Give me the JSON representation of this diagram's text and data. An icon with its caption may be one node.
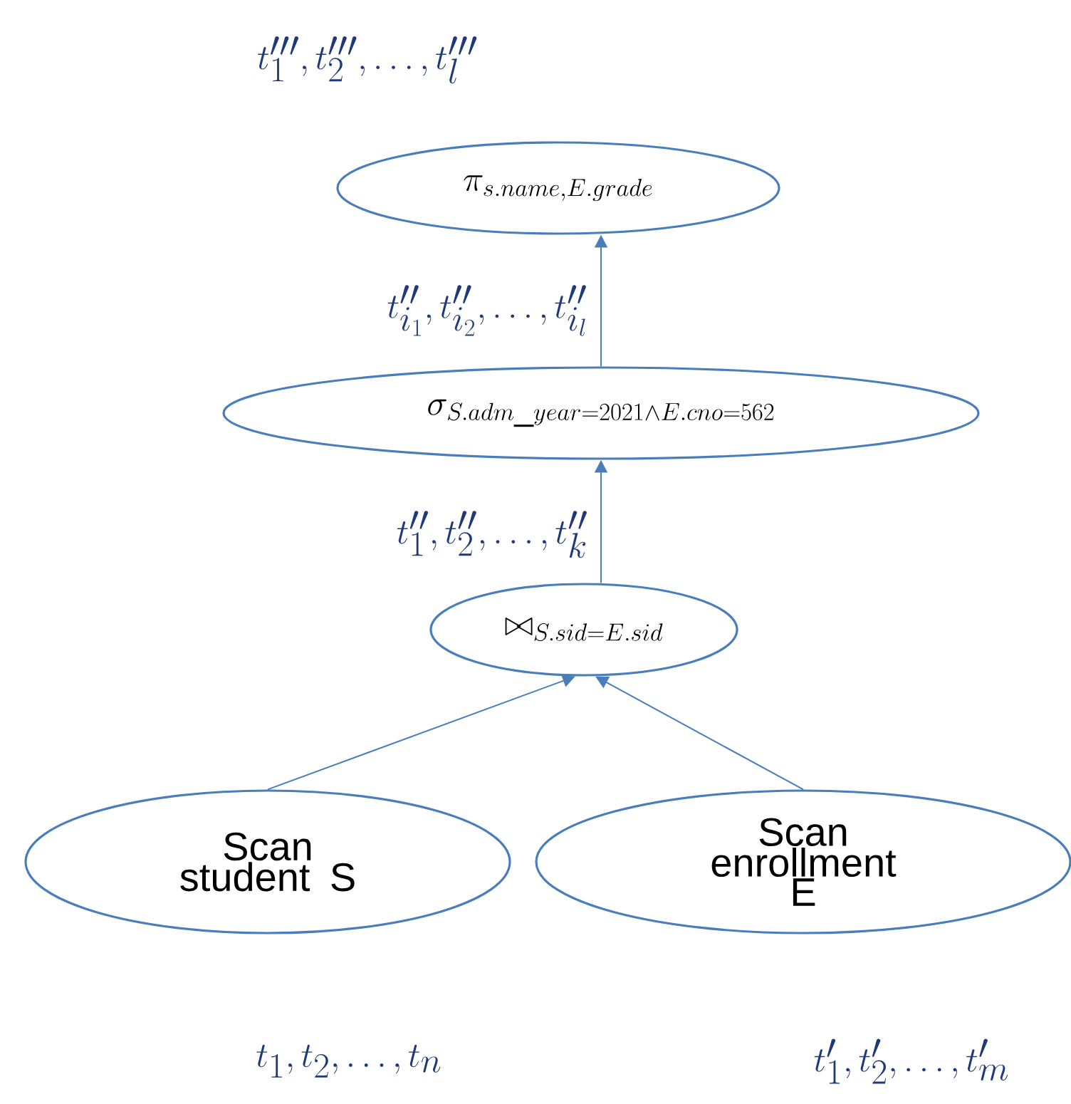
{
  "diagram": {
    "nodes": [
      {
        "text": [
          "\\pi_{s.name,E.grade}"
        ]
      },
      {
        "text": [
          "\\sigma_{S.adm\\_year=2021\\wedge E.cno=562}"
        ]
      },
      {
        "text": [
          "\\bowtie_{S.sid=E.sid}"
        ]
      },
      {
        "text": [
          "Scan student S"
        ]
      },
      {
        "text": [
          "Scan enrollment E"
        ]
      }
    ],
    "edges": [
      {
        "from": 1,
        "to": 0,
        "arrow": "to",
        "label": "t''_{i_1}, t''_{i_2}, \\ldots, t''_{i_l}"
      },
      {
        "from": 2,
        "to": 1,
        "arrow": "to",
        "label": "t''_1, t''_2, \\ldots, t''_k"
      },
      {
        "from": 3,
        "to": 2,
        "arrow": "to"
      },
      {
        "from": 4,
        "to": 2,
        "arrow": "to"
      }
    ],
    "labels": [
      "t_1''', t_2''', \\ldots, t_l'''",
      "t_1, t_2, \\ldots, t_n",
      "t'_1, t'_2, \\ldots, t_m'"
    ]
  }
}
